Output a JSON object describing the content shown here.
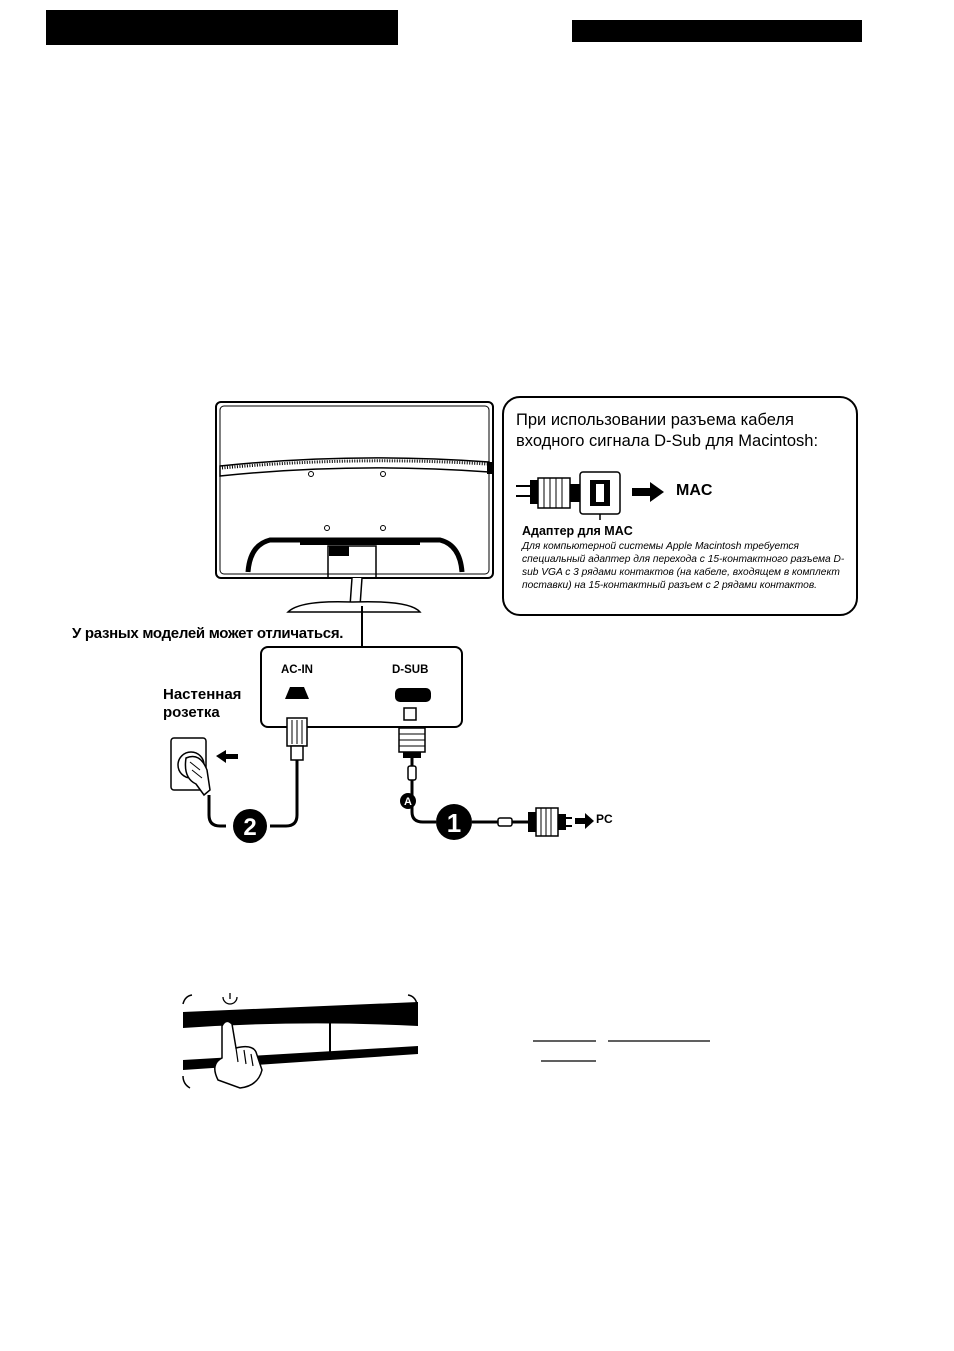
{
  "header": {
    "left_bar": "",
    "right_bar": ""
  },
  "mac_box": {
    "heading": "При использовании разъема кабеля входного сигнала D-Sub для Macintosh:",
    "mac_label": "MAC",
    "adapter_title": "Адаптер для MAC",
    "adapter_note": "Для компьютерной системы Apple Macintosh требуется специальный адаптер для перехода с 15-контактного разъема D-sub VGA с 3 рядами контактов (на кабеле, входящем в комплект поставки) на 15-контактный разъем с 2 рядами контактов."
  },
  "connection": {
    "models_note": "У разных моделей может отличаться.",
    "wall_socket": "Настенная розетка",
    "port_ac_in": "AC-IN",
    "port_d_sub": "D-SUB",
    "pc_label": "PC",
    "step1": "1",
    "step2": "2",
    "marker_a": "A"
  },
  "icons": [
    "monitor-back-icon",
    "power-plug-icon",
    "vga-connector-icon",
    "mac-adapter-icon",
    "arrow-right-icon",
    "power-button-hand-icon"
  ]
}
